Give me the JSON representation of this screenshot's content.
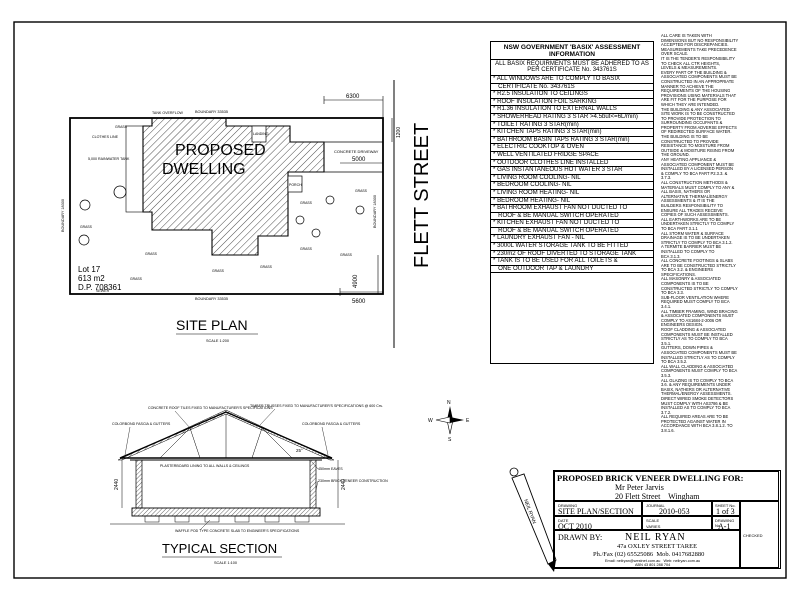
{
  "site_plan": {
    "building_label_line1": "PROPOSED",
    "building_label_line2": "DWELLING",
    "street_name": "FLETT STREET",
    "title": "SITE PLAN",
    "scale": "SCALE 1:200",
    "lot_line1": "Lot 17",
    "lot_line2": "613 m2",
    "lot_line3": "D.P. 708361",
    "boundary_top": "BOUNDARY 33535",
    "boundary_bottom": "BOUNDARY 33535",
    "boundary_left": "BOUNDARY 18300",
    "boundary_right": "BOUNDARY 18300",
    "setback_6300": "6300",
    "setback_5000": "5000",
    "setback_4900": "4900",
    "setback_5600": "5600",
    "setback_1200": "1200",
    "grass": "GRASS",
    "porch": "PORCH",
    "concrete_driveway": "CONCRETE DRIVEWAY",
    "water_tank": "5,000 RAINWATER TANK",
    "tank_overflow": "TANK OVERFLOW",
    "clothes_line": "CLOTHES LINE",
    "landing": "LANDING",
    "sewer": "SEWER"
  },
  "section": {
    "title": "TYPICAL SECTION",
    "scale": "SCALE 1:100",
    "note_roof": "CONCRETE ROOF TILES FIXED TO MANUFACTURER'S SPECIFICATIONS",
    "note_truss": "TIMBER TRUSSES FIXED TO MANUFACTURER'S SPECIFICATIONS @ 600 Crs.",
    "note_fascia_left": "COLORBOND FASCIA & GUTTERS",
    "note_fascia_right": "COLORBOND FASCIA & GUTTERS",
    "note_plaster": "PLASTERBOARD LINING TO ALL WALLS & CEILINGS",
    "note_eaves": "450mm EAVES",
    "note_brick": "230mm BRICK VENEER CONSTRUCTION",
    "note_slab": "WAFFLE POD TYPE CONCRETE SLAB TO ENGINEER'S SPECIFICATIONS",
    "angle": "25°",
    "dim_left": "2440",
    "dim_right": "2440"
  },
  "basix": {
    "heading": "NSW GOVERNMENT 'BASIX' ASSESSMENT INFORMATION",
    "subheading": "ALL BASIX REQUIRMENTS MUST BE ADHERED TO AS PER CERTIFICATE No. 343761S",
    "items": [
      "* ALL WINDOWS ARE TO COMPLY TO BASIX",
      "   CERTIFICATE No. 343761S",
      "* R2.5 INSULATION TO CEILINGS",
      "* ROOF INSULATION FOIL SARKING",
      "* R1.36 INSULATION TO EXTERNAL WALLS",
      "* SHOWERHEAD RATING 3 STAR >4.5but<=6L/min)",
      "* TOILET RATING 3 STAR(min)",
      "* KITCHEN TAPS RATING 3 STAR(min)",
      "* BATHROOM BASIN TAPS RATING 3 STAR(min)",
      "* ELECTRIC COOKTOP & OVEN",
      "* WELL VENTILATED FRIDGE SPACE",
      "* OUTDOOR CLOTHES LINE INSTALLED",
      "* GAS INSTANTANEOUS HOT WATER 3 STAR",
      "* LIVING ROOM COOLING- NIL",
      "* BEDROOM COOLING- NIL",
      "* LIVING ROOM HEATING- NIL",
      "* BEDROOM HEATING- NIL",
      "* BATHROOM EXHAUST FAN NOT DUCTED TO",
      "   ROOF & BE MANUAL SWITCH OPERATED",
      "* KITCHEN EXHAUST FAN NOT DUCTED TO",
      "   ROOF & BE MANUAL SWITCH OPERATED",
      "* LAUNDRY EXHAUST FAN - NIL",
      "* 3000L WATER STORAGE TANK TO BE FITTED",
      "* 230m2 OF ROOF DIVERTED TO STORAGE TANK",
      "* TANK IS TO BE USED FOR ALL TOILETS &",
      "   ONE OUTDOOR TAP & LAUNDRY"
    ]
  },
  "notes": [
    "ALL CARE IS TAKEN WITH",
    "DIMENSIONS BUT NO RESPONSIBILITY",
    "ACCEPTED FOR DISCREPANCIES.",
    "MEASUREMENTS TAKE PRECEDENCE",
    "OVER SCALE.",
    "IT IS THE TENDER'S RESPONSIBILITY",
    "TO CHECK ALL CTR HEIGHTS,",
    "LEVELS & MEASUREMENTS.",
    "EVERY PART OF THE BUILDING &",
    "ASSOCIATED COMPONENTS MUST BE",
    "CONSTRUCTED IN AN APPROPRIATE",
    "MANNER TO ACHIEVE THE",
    "REQUIREMENTS OF THE HOUSING",
    "PROVISIONS USING MATERIALS THAT",
    "ARE FIT FOR THE PURPOSE FOR",
    "WHICH THEY ARE INTENDED.",
    "THE BUILDING & ANY ASSOCIATED",
    "SITE WORK IS TO BE CONSTRUCTED",
    "TO PROVIDE PROTECTION TO",
    "SURROUNDING OCCUPANTS &",
    "PROPERTY FROM ADVERSE EFFECTS",
    "OF REDIRECTED SURFACE WATER.",
    "THE BUILDING IS TO BE",
    "CONSTRUCTED TO PROVIDE",
    "RESISTANCE TO MOISTURE FROM",
    "OUTSIDE & MOISTURE RISING FROM",
    "THE GROUND.",
    "ANY HEATING APPLIANCE &",
    "ASSOCIATED COMPONENT MUST BE",
    "INSTALLED BY A LICENSED PERSON",
    "& COMPLY TO BCA PART P2.3.3. &",
    "3.7.3.",
    "ALL CONSTRUCTION METHODS &",
    "MATERIALS MUST COMPLY TO ANY &",
    "ALL BASIX, NATHERS OR",
    "ALTERNATIVE THERMAL/ENERGY",
    "ASSESSMENTS & IT IS THE",
    "BUILDERS RESPONSIBILITY TO",
    "ENSURE ALL TRADES RECEIVE",
    "COPIES OF SUCH ASSESSMENTS.",
    "ALL EARTHWORKS ARE TO BE",
    "UNDERTAKEN STRICTLY TO COMPLY",
    "TO BCA PART 3.1.1",
    "ALL STORM WATER & SURFACE",
    "DRAINAGE IS TO BE UNDERTAKEN",
    "STRICTLY TO COMPLY TO BCA 3.1.2.",
    "A TERMITE BARRIER MUST BE",
    "INSTALLED TO COMPLY TO",
    "BCA 3.1.3.",
    "ALL CONCRETE FOOTINGS & SLABS",
    "ARE TO BE CONSTRUCTED STRICTLY",
    "TO BCA 3.2. & ENGINEERS",
    "SPECIFICATIONS.",
    "ALL MASONRY & ASSOCIATED",
    "COMPONENTS IS TO BE",
    "CONSTRUCTED STRICTLY TO COMPLY",
    "TO BCA 3.3.",
    "SUB-FLOOR VENTILATION WHERE",
    "REQUIRED MUST COMPLY TO BCA",
    "3.4.1.",
    "ALL TIMBER FRAMING, WIND BRACING",
    "& ASSOCIATED COMPONENTS MUST",
    "COMPLY TO AS1684-2-2006 OR",
    "ENGINEERS DESIGN.",
    "ROOF CLADDING & ASSOCIATED",
    "COMPONENTS MUST BE INSTALLED",
    "STRICTLY AS TO COMPLY TO BCA",
    "3.5.1.",
    "GUTTERS, DOWN PIPES &",
    "ASSOCIATED COMPONENTS MUST BE",
    "INSTALLED STRICTLY AS TO COMPLY",
    "TO BCA 3.5.2.",
    "ALL WALL CLADDING & ASSOCIATED",
    "COMPONENTS MUST COMPLY TO BCA",
    "3.5.3.",
    "ALL GLAZING IS TO COMPLY TO BCA",
    "3.6. & ANY REQUIREMENTS UNDER",
    "BASIX, NATHERS OR ALTERNATIVE",
    "THERMAL/ENERGY ASSESSMENTS.",
    "DIRECT WIRED SMOKE DETECTORS",
    "MUST COMPLY WITH AS3786 & BE",
    "INSTALLED AS TO COMPLY TO BCA",
    "3.7.2.",
    "ALL REQUIRED AREAS ARE TO BE",
    "PROTECTED AGAINST WATER IN",
    "ACCORDANCE WITH BCA 3.8.1.2. TO",
    "3.8.1.6."
  ],
  "title_block": {
    "project_title": "PROPOSED  BRICK VENEER DWELLING FOR:",
    "client_name": "Mr Peter Jarvis",
    "client_address": "20 Flett Street    Wingham",
    "drawing_label": "DRAWING",
    "drawing_value": "SITE PLAN/SECTION",
    "journal_label": "JOURNAL",
    "journal_value": "2010-053",
    "sheet_label": "SHEET No.",
    "sheet_value": "1 of 3",
    "date_label": "DATE",
    "date_value": "OCT 2010",
    "scale_label": "SCALE",
    "scale_value": "VARIES",
    "drawing_no_label": "DRAWING No.",
    "drawing_no_value": "A-1",
    "drawn_by_label": "DRAWN BY:",
    "drawn_by_name": "NEIL RYAN",
    "address": "47a OXLEY STREET TAREE",
    "phone": "Ph./Fax (02) 65525086  Mob. 0417682880",
    "email": "Email: neilryan@westnet.com.au   Web: neilryan.com.au",
    "abn": "ABN 43 801 288 704",
    "checked_label": "CHECKED",
    "logo_text": "NEIL RYAN"
  },
  "compass": {
    "north": "N",
    "south": "S",
    "east": "E",
    "west": "W"
  }
}
